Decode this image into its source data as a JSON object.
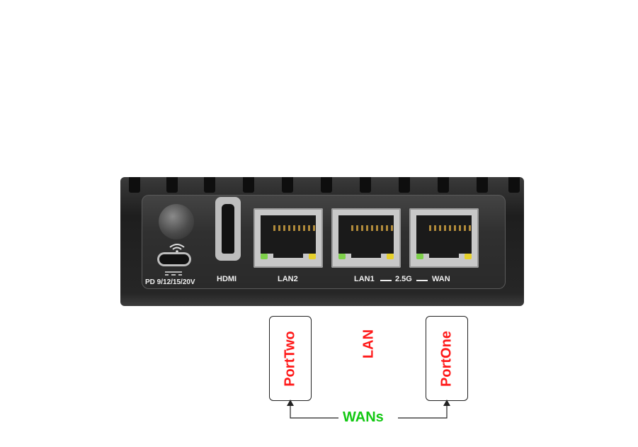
{
  "device": {
    "port_labels": {
      "power": "PD 9/12/15/20V",
      "hdmi": "HDMI",
      "lan2": "LAN2",
      "lan1": "LAN1",
      "speed": "2.5G",
      "wan": "WAN"
    }
  },
  "annotations": {
    "left_box": "PortTwo",
    "middle": "LAN",
    "right_box": "PortOne",
    "bracket": "WANs"
  },
  "colors": {
    "annotation_red": "#ff1a1a",
    "annotation_green": "#13c813",
    "led_green": "#7ed04a",
    "led_yellow": "#e6d02a"
  }
}
